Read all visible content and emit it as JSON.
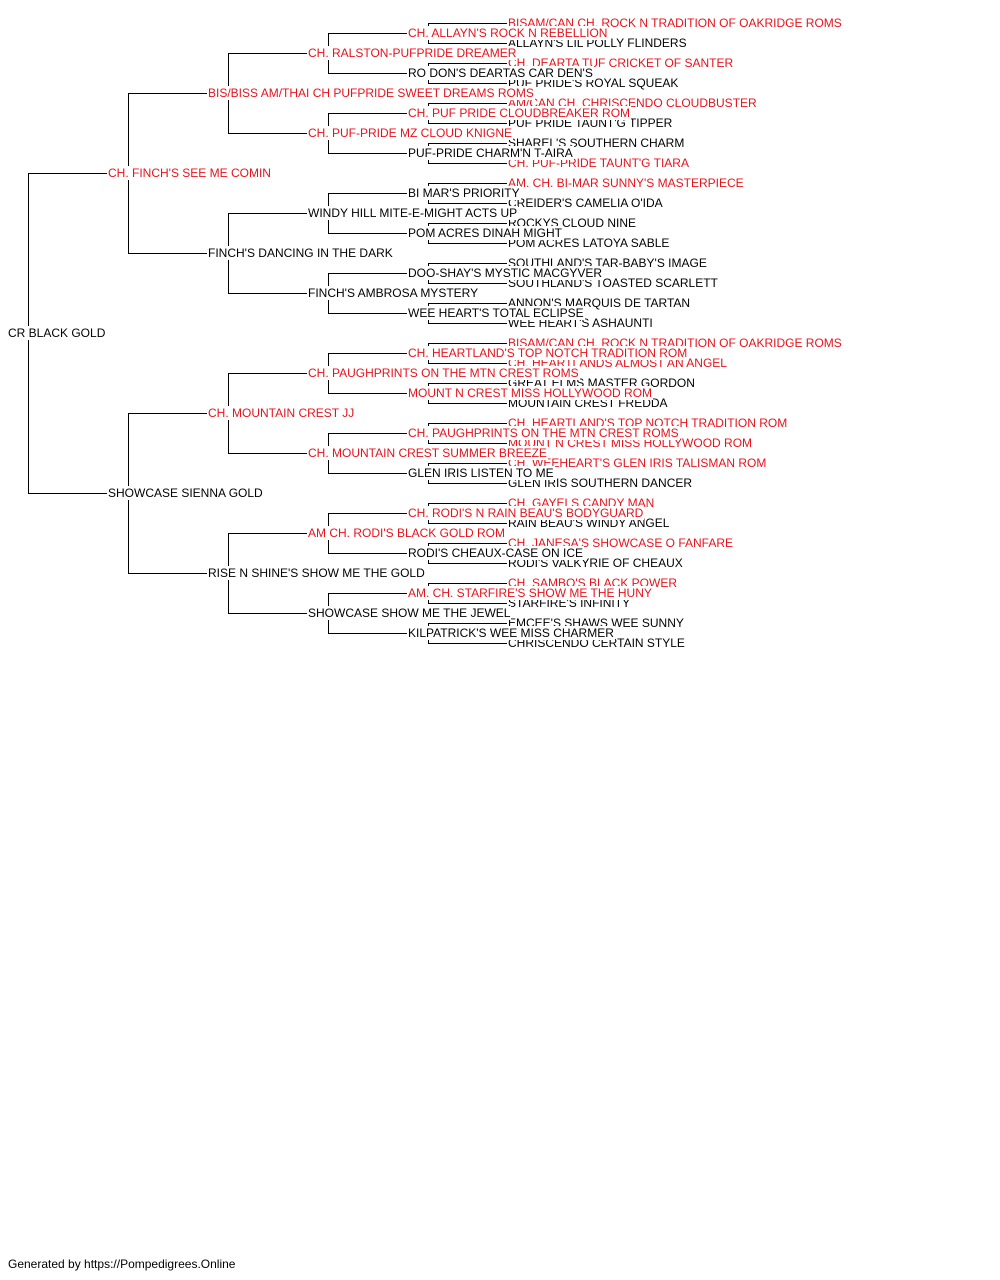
{
  "colors": {
    "champion": "#e8121b",
    "normal": "#000000",
    "line": "#000000"
  },
  "footer": "Generated by https://Pompedigrees.Online",
  "root": {
    "name": "CR BLACK GOLD",
    "ch": false,
    "sire": {
      "name": "CH. FINCH'S SEE ME COMIN",
      "ch": true,
      "sire": {
        "name": "BIS/BISS AM/THAI CH PUFPRIDE SWEET DREAMS ROMS",
        "ch": true,
        "sire": {
          "name": "CH. RALSTON-PUFPRIDE DREAMER",
          "ch": true,
          "sire": {
            "name": "CH. ALLAYN'S ROCK N REBELLION",
            "ch": true,
            "sire": {
              "name": "BISAM/CAN CH. ROCK N TRADITION OF OAKRIDGE ROMS",
              "ch": true
            },
            "dam": {
              "name": "ALLAYN'S LIL POLLY FLINDERS",
              "ch": false
            }
          },
          "dam": {
            "name": "RO DON'S DEARTAS CAR DEN'S",
            "ch": false,
            "sire": {
              "name": "CH. DEARTA TUF CRICKET OF SANTER",
              "ch": true
            },
            "dam": {
              "name": "PUF PRIDE'S ROYAL SQUEAK",
              "ch": false
            }
          }
        },
        "dam": {
          "name": "CH. PUF-PRIDE MZ CLOUD KNIGNE",
          "ch": true,
          "sire": {
            "name": "CH. PUF PRIDE CLOUDBREAKER ROM",
            "ch": true,
            "sire": {
              "name": "AM/CAN CH. CHRISCENDO CLOUDBUSTER",
              "ch": true
            },
            "dam": {
              "name": "PUF PRIDE TAUNT'G TIPPER",
              "ch": false
            }
          },
          "dam": {
            "name": "PUF-PRIDE CHARM'N T-AIRA",
            "ch": false,
            "sire": {
              "name": "SHAREL'S SOUTHERN CHARM",
              "ch": false
            },
            "dam": {
              "name": "CH. PUF-PRIDE TAUNT'G TIARA",
              "ch": true
            }
          }
        }
      },
      "dam": {
        "name": "FINCH'S DANCING IN THE DARK",
        "ch": false,
        "sire": {
          "name": "WINDY HILL MITE-E-MIGHT ACTS UP",
          "ch": false,
          "sire": {
            "name": "BI MAR'S PRIORITY",
            "ch": false,
            "sire": {
              "name": "AM. CH. BI-MAR SUNNY'S MASTERPIECE",
              "ch": true
            },
            "dam": {
              "name": "CREIDER'S CAMELIA O'IDA",
              "ch": false
            }
          },
          "dam": {
            "name": "POM ACRES DINAH MIGHT",
            "ch": false,
            "sire": {
              "name": "ROCKYS CLOUD NINE",
              "ch": false
            },
            "dam": {
              "name": "POM ACRES LATOYA SABLE",
              "ch": false
            }
          }
        },
        "dam": {
          "name": "FINCH'S AMBROSA MYSTERY",
          "ch": false,
          "sire": {
            "name": "DOO-SHAY'S MYSTIC MACGYVER",
            "ch": false,
            "sire": {
              "name": "SOUTHLAND'S TAR-BABY'S IMAGE",
              "ch": false
            },
            "dam": {
              "name": "SOUTHLAND'S TOASTED SCARLETT",
              "ch": false
            }
          },
          "dam": {
            "name": "WEE HEART'S TOTAL ECLIPSE",
            "ch": false,
            "sire": {
              "name": "ANNON'S MARQUIS DE TARTAN",
              "ch": false
            },
            "dam": {
              "name": "WEE HEART'S ASHAUNTI",
              "ch": false
            }
          }
        }
      }
    },
    "dam": {
      "name": "SHOWCASE SIENNA GOLD",
      "ch": false,
      "sire": {
        "name": "CH. MOUNTAIN CREST JJ",
        "ch": true,
        "sire": {
          "name": "CH. PAUGHPRINTS ON THE MTN CREST ROMS",
          "ch": true,
          "sire": {
            "name": "CH. HEARTLAND'S TOP NOTCH TRADITION ROM",
            "ch": true,
            "sire": {
              "name": "BISAM/CAN CH. ROCK N TRADITION OF OAKRIDGE ROMS",
              "ch": true
            },
            "dam": {
              "name": "CH. HEARTLANDS ALMOST AN ANGEL",
              "ch": true
            }
          },
          "dam": {
            "name": "MOUNT N CREST MISS HOLLYWOOD ROM",
            "ch": true,
            "sire": {
              "name": "GREAT ELMS MASTER GORDON",
              "ch": false
            },
            "dam": {
              "name": "MOUNTAIN CREST FREDDA",
              "ch": false
            }
          }
        },
        "dam": {
          "name": "CH. MOUNTAIN CREST SUMMER BREEZE",
          "ch": true,
          "sire": {
            "name": "CH. PAUGHPRINTS ON THE MTN CREST ROMS",
            "ch": true,
            "sire": {
              "name": "CH. HEARTLAND'S TOP NOTCH TRADITION ROM",
              "ch": true
            },
            "dam": {
              "name": "MOUNT N CREST MISS HOLLYWOOD ROM",
              "ch": true
            }
          },
          "dam": {
            "name": "GLEN IRIS LISTEN TO ME",
            "ch": false,
            "sire": {
              "name": "CH. WEEHEART'S GLEN IRIS TALISMAN ROM",
              "ch": true
            },
            "dam": {
              "name": "GLEN IRIS SOUTHERN DANCER",
              "ch": false
            }
          }
        }
      },
      "dam": {
        "name": "RISE N SHINE'S SHOW ME THE GOLD",
        "ch": false,
        "sire": {
          "name": "AM CH. RODI'S BLACK GOLD ROM",
          "ch": true,
          "sire": {
            "name": "CH. RODI'S N RAIN BEAU'S BODYGUARD",
            "ch": true,
            "sire": {
              "name": "CH. GAYELS CANDY MAN",
              "ch": true
            },
            "dam": {
              "name": "RAIN BEAU'S WINDY ANGEL",
              "ch": false
            }
          },
          "dam": {
            "name": "RODI'S CHEAUX-CASE ON ICE",
            "ch": false,
            "sire": {
              "name": "CH. JANESA'S SHOWCASE O FANFARE",
              "ch": true
            },
            "dam": {
              "name": "RODI'S VALKYRIE OF CHEAUX",
              "ch": false
            }
          }
        },
        "dam": {
          "name": "SHOWCASE SHOW ME THE JEWEL",
          "ch": false,
          "sire": {
            "name": "AM. CH. STARFIRE'S SHOW ME THE HUNY",
            "ch": true,
            "sire": {
              "name": "CH. SAMBO'S BLACK POWER",
              "ch": true
            },
            "dam": {
              "name": "STARFIRE'S INFINITY",
              "ch": false
            }
          },
          "dam": {
            "name": "KILPATRICK'S WEE MISS CHARMER",
            "ch": false,
            "sire": {
              "name": "EMCEE'S SHAWS WEE SUNNY",
              "ch": false
            },
            "dam": {
              "name": "CHRISCENDO CERTAIN STYLE",
              "ch": false
            }
          }
        }
      }
    }
  }
}
